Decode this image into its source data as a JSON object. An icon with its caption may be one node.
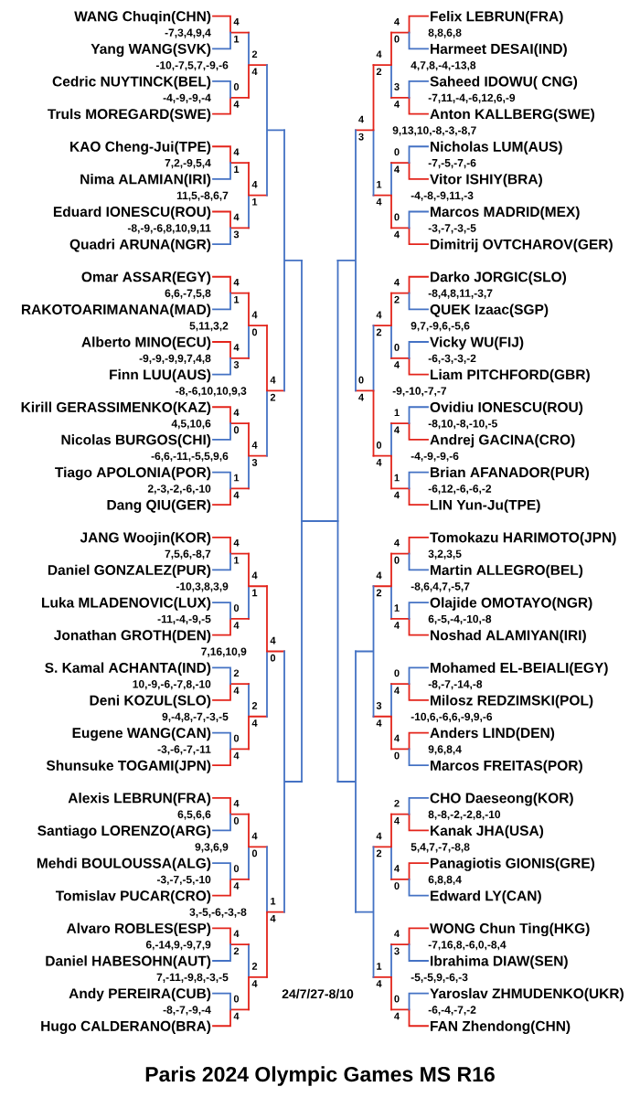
{
  "diagram": {
    "title": "Paris 2024 Olympic Games MS R16",
    "nodes": [
      {
        "text": [
          "WANG Chuqin(CHN)"
        ]
      },
      {
        "text": [
          "Yang WANG(SVK)"
        ]
      },
      {
        "text": [
          "Cedric NUYTINCK(BEL)"
        ]
      },
      {
        "text": [
          "Truls MOREGARD(SWE)"
        ]
      },
      {
        "text": [
          "KAO Cheng-Jui(TPE)"
        ]
      },
      {
        "text": [
          "Nima ALAMIAN(IRI)"
        ]
      },
      {
        "text": [
          "Eduard IONESCU(ROU)"
        ]
      },
      {
        "text": [
          "Quadri ARUNA(NGR)"
        ]
      },
      {
        "text": [
          "Omar ASSAR(EGY)"
        ]
      },
      {
        "text": [
          "RAKOTOARIMANANA(MAD)"
        ]
      },
      {
        "text": [
          "Alberto MINO(ECU)"
        ]
      },
      {
        "text": [
          "Finn LUU(AUS)"
        ]
      },
      {
        "text": [
          "Kirill GERASSIMENKO(KAZ)"
        ]
      },
      {
        "text": [
          "Nicolas BURGOS(CHI)"
        ]
      },
      {
        "text": [
          "Tiago APOLONIA(POR)"
        ]
      },
      {
        "text": [
          "Dang QIU(GER)"
        ]
      },
      {
        "text": [
          "JANG Woojin(KOR)"
        ]
      },
      {
        "text": [
          "Daniel GONZALEZ(PUR)"
        ]
      },
      {
        "text": [
          "Luka MLADENOVIC(LUX)"
        ]
      },
      {
        "text": [
          "Jonathan GROTH(DEN)"
        ]
      },
      {
        "text": [
          "S. Kamal ACHANTA(IND)"
        ]
      },
      {
        "text": [
          "Deni KOZUL(SLO)"
        ]
      },
      {
        "text": [
          "Eugene WANG(CAN)"
        ]
      },
      {
        "text": [
          "Shunsuke TOGAMI(JPN)"
        ]
      },
      {
        "text": [
          "Alexis LEBRUN(FRA)"
        ]
      },
      {
        "text": [
          "Santiago LORENZO(ARG)"
        ]
      },
      {
        "text": [
          "Mehdi BOULOUSSA(ALG)"
        ]
      },
      {
        "text": [
          "Tomislav PUCAR(CRO)"
        ]
      },
      {
        "text": [
          "Alvaro ROBLES(ESP)"
        ]
      },
      {
        "text": [
          "Daniel HABESOHN(AUT)"
        ]
      },
      {
        "text": [
          "Andy PEREIRA(CUB)"
        ]
      },
      {
        "text": [
          "Hugo CALDERANO(BRA)"
        ]
      },
      {
        "text": [
          "Felix LEBRUN(FRA)"
        ]
      },
      {
        "text": [
          "Harmeet DESAI(IND)"
        ]
      },
      {
        "text": [
          "Saheed IDOWU( CNG)"
        ]
      },
      {
        "text": [
          "Anton KALLBERG(SWE)"
        ]
      },
      {
        "text": [
          "Nicholas LUM(AUS)"
        ]
      },
      {
        "text": [
          "Vitor ISHIY(BRA)"
        ]
      },
      {
        "text": [
          "Marcos MADRID(MEX)"
        ]
      },
      {
        "text": [
          "Dimitrij OVTCHAROV(GER)"
        ]
      },
      {
        "text": [
          "Darko JORGIC(SLO)"
        ]
      },
      {
        "text": [
          "QUEK Izaac(SGP)"
        ]
      },
      {
        "text": [
          "Vicky WU(FIJ)"
        ]
      },
      {
        "text": [
          "Liam PITCHFORD(GBR)"
        ]
      },
      {
        "text": [
          "Ovidiu IONESCU(ROU)"
        ]
      },
      {
        "text": [
          "Andrej GACINA(CRO)"
        ]
      },
      {
        "text": [
          "Brian AFANADOR(PUR)"
        ]
      },
      {
        "text": [
          "LIN Yun-Ju(TPE)"
        ]
      },
      {
        "text": [
          "Tomokazu HARIMOTO(JPN)"
        ]
      },
      {
        "text": [
          "Martin ALLEGRO(BEL)"
        ]
      },
      {
        "text": [
          "Olajide OMOTAYO(NGR)"
        ]
      },
      {
        "text": [
          "Noshad ALAMIYAN(IRI)"
        ]
      },
      {
        "text": [
          "Mohamed EL-BEIALI(EGY)"
        ]
      },
      {
        "text": [
          "Milosz REDZIMSKI(POL)"
        ]
      },
      {
        "text": [
          "Anders LIND(DEN)"
        ]
      },
      {
        "text": [
          "Marcos FREITAS(POR)"
        ]
      },
      {
        "text": [
          "CHO Daeseong(KOR)"
        ]
      },
      {
        "text": [
          "Kanak JHA(USA)"
        ]
      },
      {
        "text": [
          "Panagiotis GIONIS(GRE)"
        ]
      },
      {
        "text": [
          "Edward LY(CAN)"
        ]
      },
      {
        "text": [
          "WONG Chun Ting(HKG)"
        ]
      },
      {
        "text": [
          "Ibrahima DIAW(SEN)"
        ]
      },
      {
        "text": [
          "Yaroslav ZHMUDENKO(UKR)"
        ]
      },
      {
        "text": [
          "FAN Zhendong(CHN)"
        ]
      }
    ],
    "edges": [
      {
        "from": 0,
        "to": 1,
        "arrow": "none"
      },
      {
        "from": 3,
        "to": 2,
        "arrow": "none"
      },
      {
        "from": 4,
        "to": 5,
        "arrow": "none"
      },
      {
        "from": 6,
        "to": 7,
        "arrow": "none"
      },
      {
        "from": 8,
        "to": 9,
        "arrow": "none"
      },
      {
        "from": 10,
        "to": 11,
        "arrow": "none"
      },
      {
        "from": 12,
        "to": 13,
        "arrow": "none"
      },
      {
        "from": 15,
        "to": 14,
        "arrow": "none"
      },
      {
        "from": 16,
        "to": 17,
        "arrow": "none"
      },
      {
        "from": 19,
        "to": 18,
        "arrow": "none"
      },
      {
        "from": 21,
        "to": 20,
        "arrow": "none"
      },
      {
        "from": 23,
        "to": 22,
        "arrow": "none"
      },
      {
        "from": 24,
        "to": 25,
        "arrow": "none"
      },
      {
        "from": 27,
        "to": 26,
        "arrow": "none"
      },
      {
        "from": 28,
        "to": 29,
        "arrow": "none"
      },
      {
        "from": 31,
        "to": 30,
        "arrow": "none"
      },
      {
        "from": 32,
        "to": 33,
        "arrow": "none"
      },
      {
        "from": 35,
        "to": 34,
        "arrow": "none"
      },
      {
        "from": 37,
        "to": 36,
        "arrow": "none"
      },
      {
        "from": 39,
        "to": 38,
        "arrow": "none"
      },
      {
        "from": 40,
        "to": 41,
        "arrow": "none"
      },
      {
        "from": 43,
        "to": 42,
        "arrow": "none"
      },
      {
        "from": 45,
        "to": 44,
        "arrow": "none"
      },
      {
        "from": 47,
        "to": 46,
        "arrow": "none"
      },
      {
        "from": 48,
        "to": 49,
        "arrow": "none"
      },
      {
        "from": 51,
        "to": 50,
        "arrow": "none"
      },
      {
        "from": 53,
        "to": 52,
        "arrow": "none"
      },
      {
        "from": 54,
        "to": 55,
        "arrow": "none"
      },
      {
        "from": 57,
        "to": 56,
        "arrow": "none"
      },
      {
        "from": 58,
        "to": 59,
        "arrow": "none"
      },
      {
        "from": 60,
        "to": 61,
        "arrow": "none"
      },
      {
        "from": 63,
        "to": 62,
        "arrow": "none"
      }
    ],
    "labels": [
      "4",
      "-7,3,4,9,4",
      "1",
      "2",
      "-10,-7,5,7,-9,-6",
      "4",
      "0",
      "-4,-9,-9,-4",
      "4",
      "4",
      "7,2,-9,5,4",
      "1",
      "4",
      "11,5,-8,6,7",
      "1",
      "4",
      "-8,-9,-6,8,10,9,11",
      "3",
      "4",
      "6,6,-7,5,8",
      "1",
      "4",
      "5,11,3,2",
      "0",
      "4",
      "-9,-9,-9,9,7,4,8",
      "3",
      "4",
      "-8,-6,10,10,9,3",
      "2",
      "4",
      "4,5,10,6",
      "0",
      "4",
      "-6,6,-11,-5,5,9,6",
      "3",
      "1",
      "2,-3,-2,-6,-10",
      "4",
      "4",
      "7,5,6,-8,7",
      "1",
      "4",
      "-10,3,8,3,9",
      "1",
      "0",
      "-11,-4,-9,-5",
      "4",
      "4",
      "7,16,10,9",
      "0",
      "2",
      "10,-9,-6,-7,8,-10",
      "4",
      "2",
      "9,-4,8,-7,-3,-5",
      "4",
      "0",
      "-3,-6,-7,-11",
      "4",
      "4",
      "6,5,6,6",
      "0",
      "4",
      "9,3,6,9",
      "0",
      "0",
      "-3,-7,-5,-10",
      "4",
      "1",
      "3,-5,-6,-3,-8",
      "4",
      "4",
      "6,-14,9,-9,7,9",
      "2",
      "2",
      "7,-11,-9,8,-3,-5",
      "4",
      "0",
      "-8,-7,-9,-4",
      "4",
      "4",
      "8,8,6,8",
      "0",
      "4",
      "4,7,8,-4,-13,8",
      "2",
      "3",
      "-7,11,-4,-6,12,6,-9",
      "4",
      "4",
      "9,13,10,-8,-3,-8,7",
      "3",
      "0",
      "-7,-5,-7,-6",
      "4",
      "1",
      "-4,-8,-9,11,-3",
      "4",
      "0",
      "-3,-7,-3,-5",
      "4",
      "4",
      "-8,4,8,11,-3,7",
      "2",
      "4",
      "9,7,-9,6,-5,6",
      "2",
      "0",
      "-6,-3,-3,-2",
      "4",
      "0",
      "-9,-10,-7,-7",
      "4",
      "1",
      "-8,10,-8,-10,-5",
      "4",
      "0",
      "-4,-9,-9,-6",
      "4",
      "1",
      "-6,12,-6,-6,-2",
      "4",
      "4",
      "3,2,3,5",
      "0",
      "4",
      "-8,6,4,7,-5,7",
      "2",
      "1",
      "6,-5,-4,-10,-8",
      "4",
      "0",
      "-8,-7,-14,-8",
      "4",
      "3",
      "-10,6,-6,6,-9,9,-6",
      "4",
      "4",
      "9,6,8,4",
      "0",
      "2",
      "8,-8,-2,-2,8,-10",
      "4",
      "4",
      "5,4,7,-7,-8,8",
      "2",
      "4",
      "6,8,8,4",
      "0",
      "4",
      "-7,16,8,-6,0,-8,4",
      "3",
      "1",
      "-5,-5,9,-6,-3",
      "4",
      "0",
      "-6,-4,-7,-2",
      "4",
      "24/7/27-8/10"
    ]
  }
}
